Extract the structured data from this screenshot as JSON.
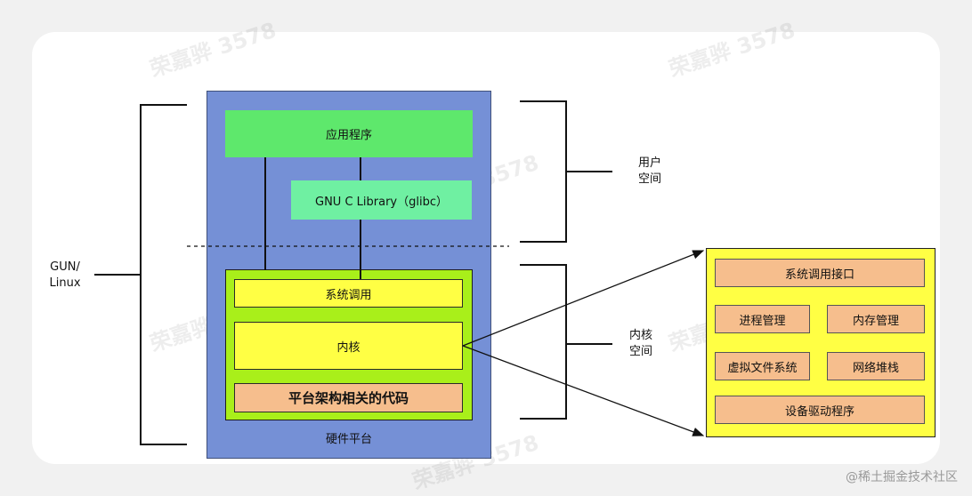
{
  "diagram": {
    "hardware_label": "硬件平台",
    "app_label": "应用程序",
    "glibc_label": "GNU C Library（glibc）",
    "syscall_label": "系统调用",
    "kernel_label": "内核",
    "arch_label": "平台架构相关的代码",
    "user_space_line1": "用户",
    "user_space_line2": "空间",
    "kernel_space_line1": "内核",
    "kernel_space_line2": "空间",
    "gnu_linux_line1": "GUN/",
    "gnu_linux_line2": "Linux"
  },
  "kernel_detail": {
    "syscall_interface": "系统调用接口",
    "process_mgmt": "进程管理",
    "memory_mgmt": "内存管理",
    "vfs": "虚拟文件系统",
    "network_stack": "网络堆栈",
    "device_drivers": "设备驱动程序"
  },
  "watermark": "荣嘉骅 3578",
  "footer": "@稀土掘金技术社区"
}
